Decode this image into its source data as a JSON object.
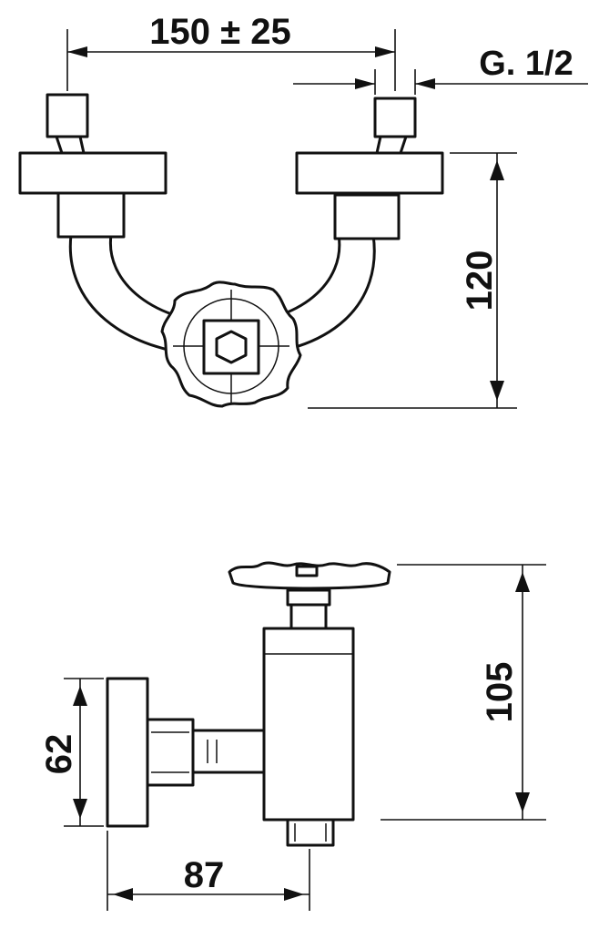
{
  "dimensions": {
    "width": "150 ± 25",
    "thread": "G. 1/2",
    "height_front": "120",
    "height_side": "105",
    "flange": "62",
    "depth": "87"
  },
  "colors": {
    "line": "#111111",
    "background": "#ffffff"
  }
}
